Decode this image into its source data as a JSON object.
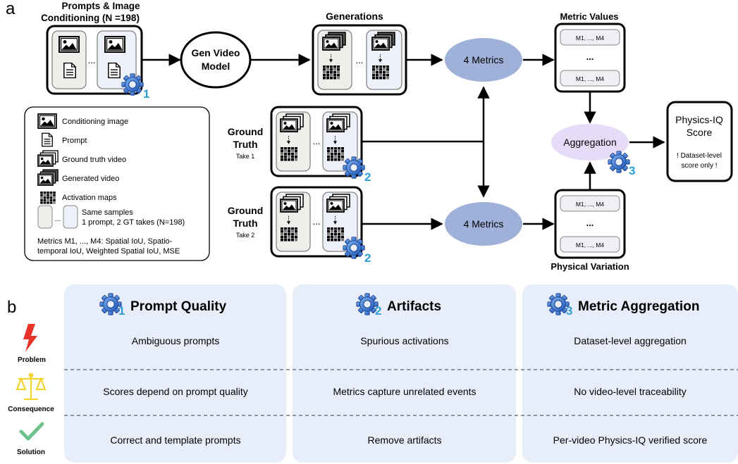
{
  "panel_a": {
    "label": "a",
    "prompts_title_line1": "Prompts & Image",
    "prompts_title_line2": "Conditioning (N =198)",
    "ellipsis": "...",
    "gen_model_line1": "Gen Video",
    "gen_model_line2": "Model",
    "generations_title": "Generations",
    "metrics_top": "4 Metrics",
    "metrics_bottom": "4 Metrics",
    "metric_values_title": "Metric Values",
    "metric_entry": "M1, ..., M4",
    "aggregation": "Aggregation",
    "score_line1": "Physics-IQ",
    "score_line2": "Score",
    "score_note_line1": "! Dataset-level",
    "score_note_line2": "score only !",
    "gt1_line1": "Ground",
    "gt1_line2": "Truth",
    "gt1_take": "Take 1",
    "gt2_line1": "Ground",
    "gt2_line2": "Truth",
    "gt2_take": "Take 2",
    "physical_variation_title": "Physical Variation",
    "gear_numbers": [
      "1",
      "2",
      "2",
      "3"
    ]
  },
  "legend": {
    "conditioning_image": "Conditioning image",
    "prompt": "Prompt",
    "ground_truth_video": "Ground truth video",
    "generated_video": "Generated video",
    "activation_maps": "Activation maps",
    "same_samples_line1": "Same samples",
    "same_samples_line2": "1 prompt, 2 GT takes (N=198)",
    "metrics_line1": "Metrics M1, ..., M4: Spatial IoU, Spatio-",
    "metrics_line2": "temporal IoU, Weighted Spatial IoU, MSE"
  },
  "panel_b": {
    "label": "b",
    "rows": [
      {
        "label": "Problem",
        "icon": "lightning-icon",
        "color": "#e8322a"
      },
      {
        "label": "Consequence",
        "icon": "scales-icon",
        "color": "#f2d330"
      },
      {
        "label": "Solution",
        "icon": "checkmark-icon",
        "color": "#6cc28a"
      }
    ],
    "columns": [
      {
        "number": "1",
        "title": "Prompt Quality",
        "cells": [
          "Ambiguous prompts",
          "Scores depend on prompt quality",
          "Correct and template prompts"
        ]
      },
      {
        "number": "2",
        "title": "Artifacts",
        "cells": [
          "Spurious activations",
          "Metrics capture unrelated events",
          "Remove artifacts"
        ]
      },
      {
        "number": "3",
        "title": "Metric Aggregation",
        "cells": [
          "Dataset-level aggregation",
          "No video-level traceability",
          "Per-video Physics-IQ verified score"
        ]
      }
    ]
  },
  "colors": {
    "metrics_fill": "#9fb1d9",
    "aggregation_fill": "#e7dcf7",
    "column_bg": "#e8eef9",
    "gear": "#2f6fd0",
    "gear_number": "#2f9ed8"
  }
}
